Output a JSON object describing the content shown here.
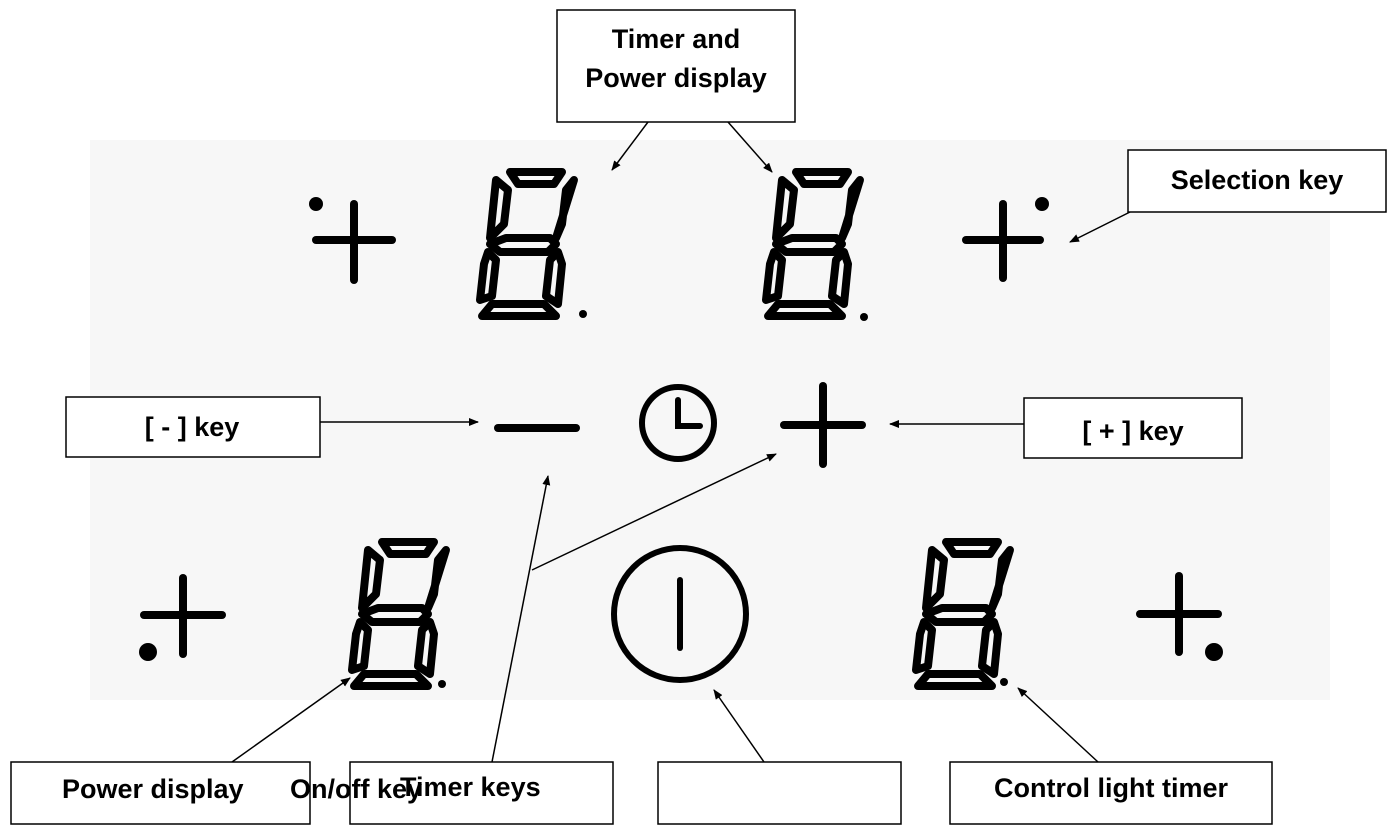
{
  "callouts": {
    "timer_power": {
      "line1": "Timer and",
      "line2": "Power display"
    },
    "selection_key": "Selection key",
    "minus_key": "[ - ] key",
    "plus_key": "[ + ] key",
    "power_display": "Power display",
    "onoff_key": "On/off key",
    "timer_keys": "Timer keys",
    "blank_box": "",
    "control_light_timer": "Control light timer"
  },
  "icons": [
    "plus-icon",
    "seven-segment-digit",
    "minus-icon",
    "clock-icon",
    "power-icon",
    "dot-indicator"
  ],
  "colors": {
    "ink": "#000000",
    "background": "#ffffff",
    "panel_shade": "#f7f7f7"
  }
}
